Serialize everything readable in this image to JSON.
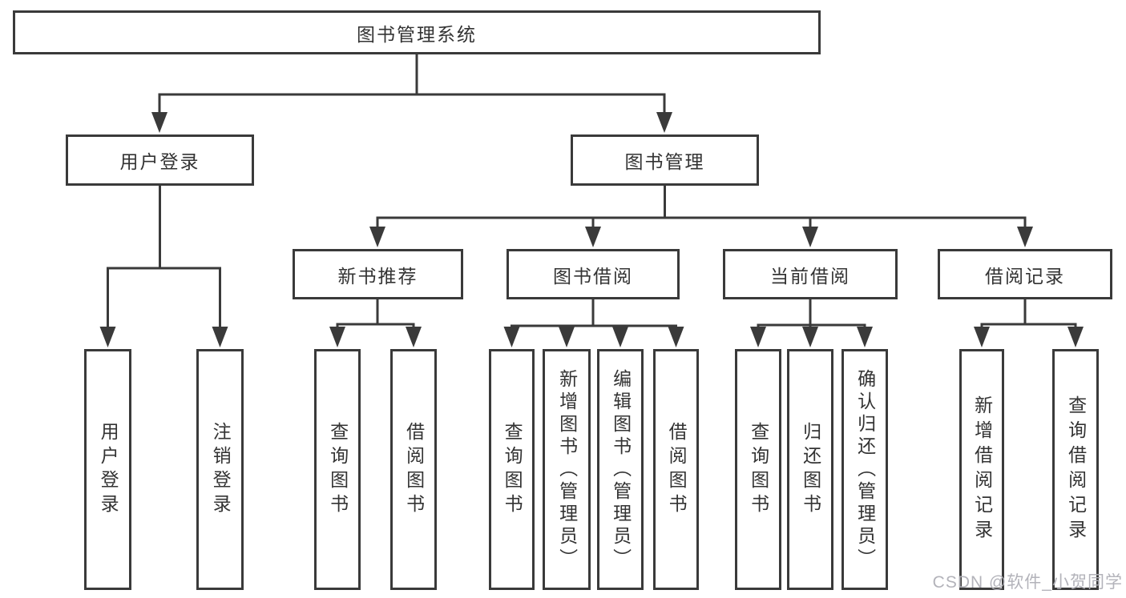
{
  "diagram": {
    "title": "图书管理系统",
    "colors": {
      "line": "#3a3a3a",
      "text": "#333333",
      "background": "#ffffff",
      "watermark": "#afafb6"
    },
    "level2": [
      {
        "label": "用户登录",
        "leaves": [
          "用户登录",
          "注销登录"
        ]
      },
      {
        "label": "图书管理",
        "children": [
          {
            "label": "新书推荐",
            "leaves": [
              "查询图书",
              "借阅图书"
            ]
          },
          {
            "label": "图书借阅",
            "leaves": [
              "查询图书",
              "新增图书（管理员）",
              "编辑图书（管理员）",
              "借阅图书"
            ]
          },
          {
            "label": "当前借阅",
            "leaves": [
              "查询图书",
              "归还图书",
              "确认归还（管理员）"
            ]
          },
          {
            "label": "借阅记录",
            "leaves": [
              "新增借阅记录",
              "查询借阅记录"
            ]
          }
        ]
      }
    ],
    "watermark": "CSDN @软件_小贺同学"
  }
}
